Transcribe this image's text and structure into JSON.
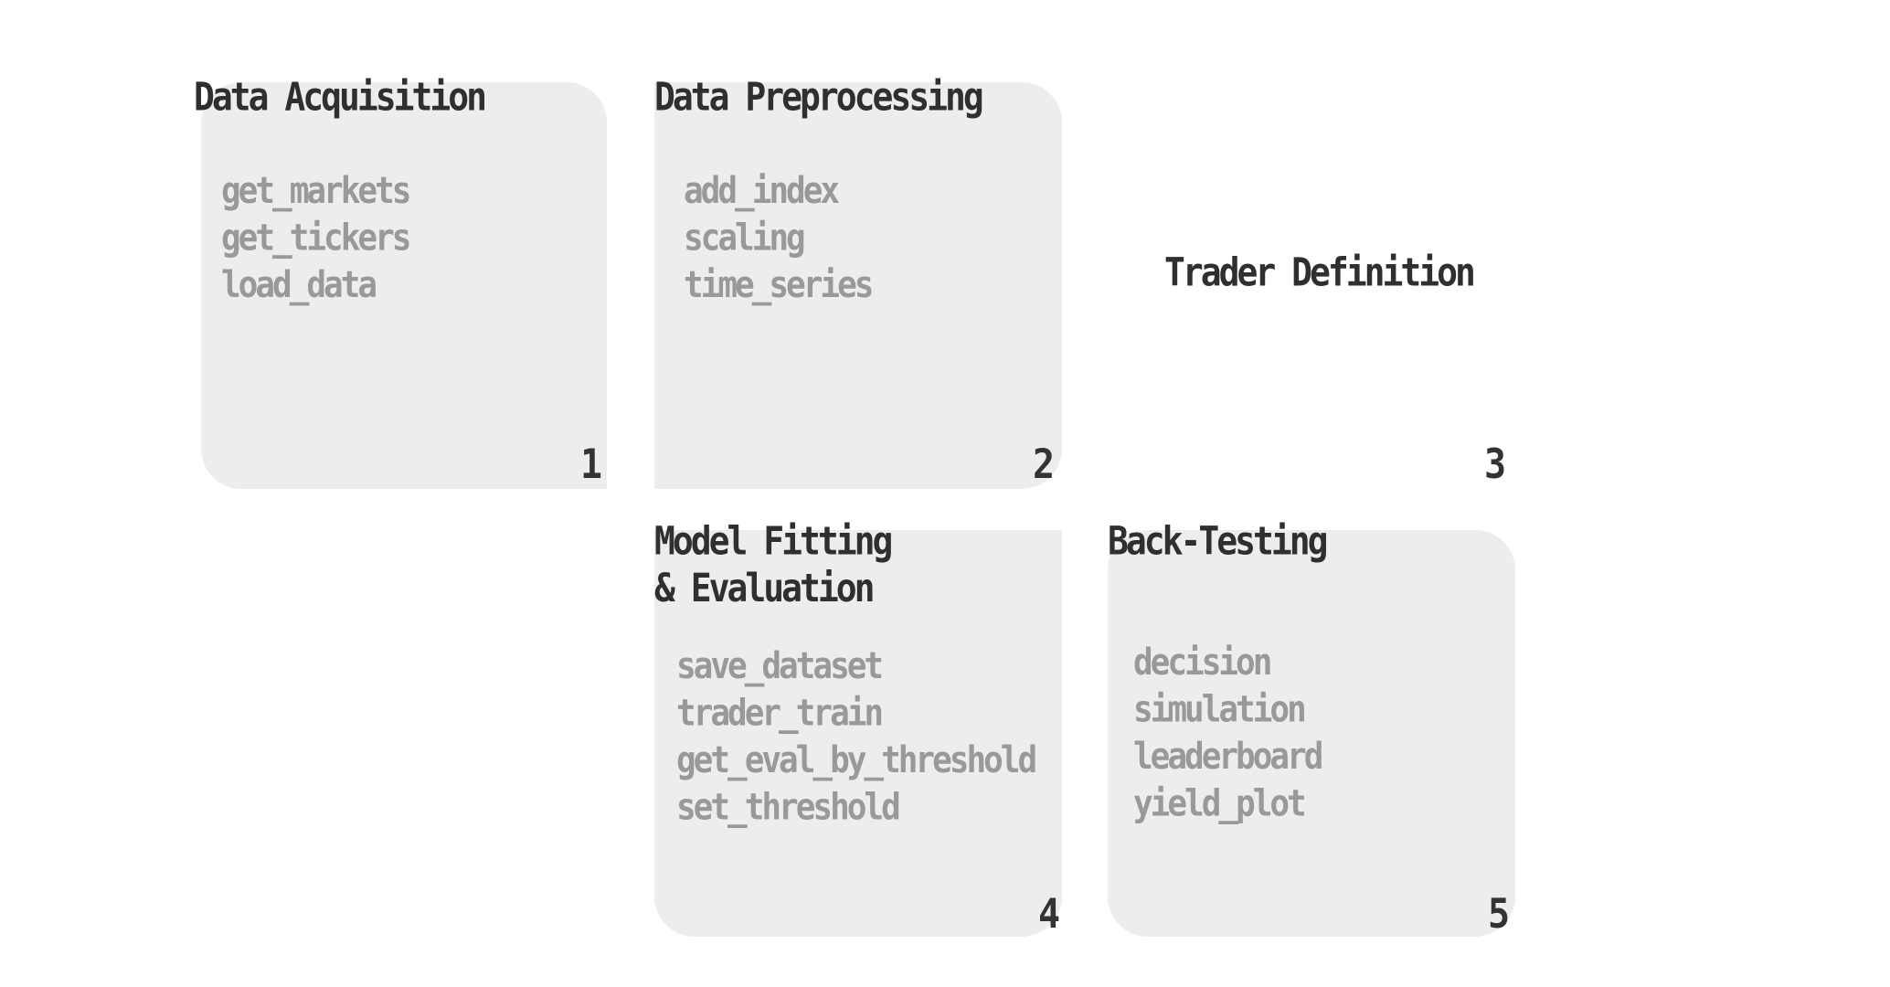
{
  "stages": [
    {
      "title_lines": [
        "Data Acquisition"
      ],
      "functions": [
        "get_markets",
        "get_tickers",
        "load_data"
      ],
      "number": "1"
    },
    {
      "title_lines": [
        "Data Preprocessing"
      ],
      "functions": [
        "add_index",
        "scaling",
        "time_series"
      ],
      "number": "2"
    },
    {
      "title_lines": [
        "Trader Definition"
      ],
      "functions": [],
      "number": "3"
    },
    {
      "title_lines": [
        "Model Fitting",
        "& Evaluation"
      ],
      "functions": [
        "save_dataset",
        "trader_train",
        "get_eval_by_threshold",
        "set_threshold"
      ],
      "number": "4"
    },
    {
      "title_lines": [
        "Back-Testing"
      ],
      "functions": [
        "decision",
        "simulation",
        "leaderboard",
        "yield_plot"
      ],
      "number": "5"
    }
  ],
  "colors": {
    "card_background": "#ededed",
    "title_text": "#2f2f2f",
    "function_text": "#999999",
    "number_text": "#333333"
  }
}
